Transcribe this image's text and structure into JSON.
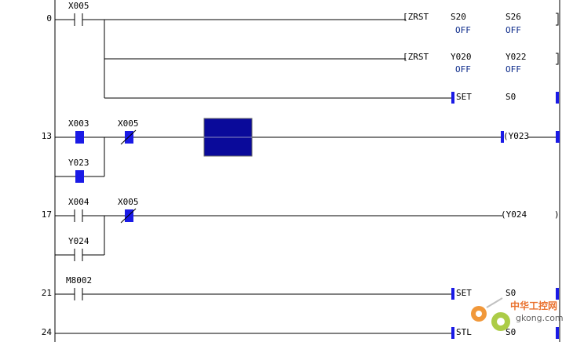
{
  "watermark": {
    "cn": "中华工控网",
    "en": "gkong.com"
  },
  "rungs": [
    {
      "step": "0",
      "contacts": [
        {
          "label": "X005",
          "type": "NO"
        }
      ],
      "outputs": [
        {
          "instr": "[ZRST",
          "op1": "S20",
          "op2": "S26",
          "op1_state": "OFF",
          "op2_state": "OFF"
        },
        {
          "instr": "[ZRST",
          "op1": "Y020",
          "op2": "Y022",
          "op1_state": "OFF",
          "op2_state": "OFF"
        },
        {
          "instr": "SET",
          "op1": "S0"
        }
      ]
    },
    {
      "step": "13",
      "contacts": [
        {
          "label": "X003",
          "type": "NO",
          "state": "on"
        },
        {
          "label": "Y023",
          "type": "NO",
          "state": "on"
        },
        {
          "label": "X005",
          "type": "NC",
          "state": "on"
        }
      ],
      "outputs": [
        {
          "instr": "(Y023",
          "coil": true,
          "state": "on"
        }
      ]
    },
    {
      "step": "17",
      "contacts": [
        {
          "label": "X004",
          "type": "NO"
        },
        {
          "label": "Y024",
          "type": "NO"
        },
        {
          "label": "X005",
          "type": "NC",
          "state": "on"
        }
      ],
      "outputs": [
        {
          "instr": "(Y024",
          "coil": true
        }
      ]
    },
    {
      "step": "21",
      "contacts": [
        {
          "label": "M8002",
          "type": "NO"
        }
      ],
      "outputs": [
        {
          "instr": "SET",
          "op1": "S0"
        }
      ]
    },
    {
      "step": "24",
      "contacts": [],
      "outputs": [
        {
          "instr": "STL",
          "op1": "S0"
        }
      ]
    }
  ]
}
